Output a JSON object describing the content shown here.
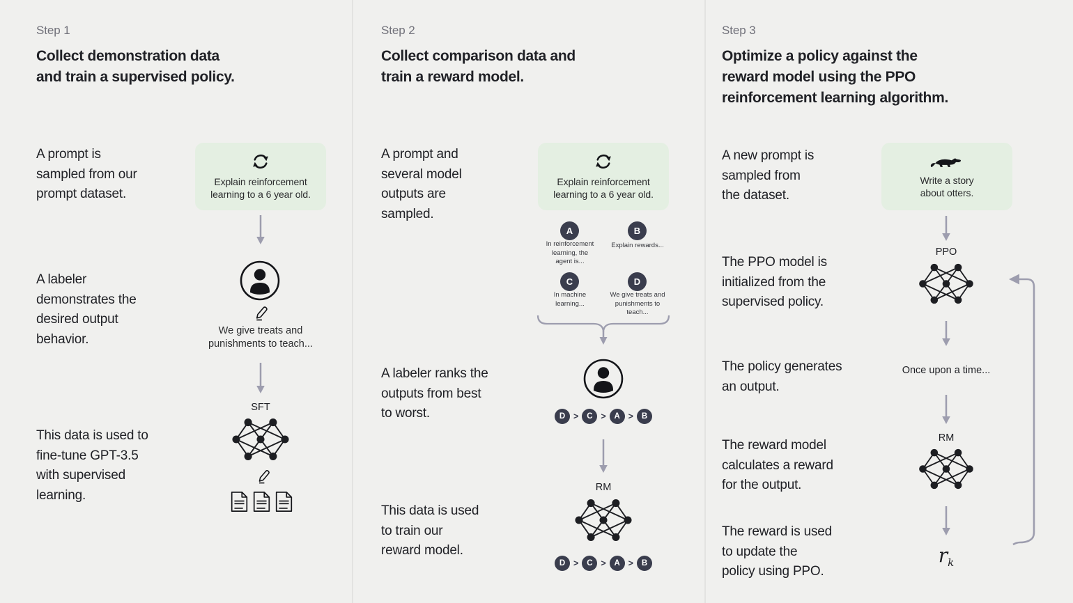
{
  "colors": {
    "bg": "#f0f0ee",
    "panel": "#e4efe2",
    "arrow": "#9d9dae",
    "chip": "#3a3d4d",
    "ink": "#141519",
    "text": "#202126",
    "muted": "#71717a",
    "divider": "#e3e3e1"
  },
  "step1": {
    "label": "Step 1",
    "title": "Collect demonstration data\nand train a supervised policy.",
    "texts": [
      "A prompt is\nsampled from our\nprompt dataset.",
      "A labeler\ndemonstrates the\ndesired output\nbehavior.",
      "This data is used to\nfine-tune GPT-3.5\nwith supervised\nlearning."
    ],
    "prompt": "Explain reinforcement\nlearning to a 6 year old.",
    "labeler_text": "We give treats and\npunishments to teach...",
    "model": "SFT"
  },
  "step2": {
    "label": "Step 2",
    "title": "Collect comparison data and\ntrain a reward model.",
    "texts": [
      "A prompt and\nseveral model\noutputs are\nsampled.",
      "A labeler ranks the\noutputs from best\nto worst.",
      "This data is used\nto train our\nreward model."
    ],
    "prompt": "Explain reinforcement\nlearning to a 6 year old.",
    "outputs": [
      {
        "id": "A",
        "text": "In reinforcement\nlearning, the\nagent is..."
      },
      {
        "id": "B",
        "text": "Explain rewards..."
      },
      {
        "id": "C",
        "text": "In machine\nlearning..."
      },
      {
        "id": "D",
        "text": "We give treats and\npunishments to\nteach..."
      }
    ],
    "rank": [
      "D",
      "C",
      "A",
      "B"
    ],
    "sep": ">",
    "model": "RM"
  },
  "step3": {
    "label": "Step 3",
    "title": "Optimize a policy against the\nreward model using the PPO\nreinforcement learning algorithm.",
    "texts": [
      "A new prompt is\nsampled from\nthe dataset.",
      "The PPO model is\ninitialized from the\nsupervised policy.",
      "The policy generates\nan output.",
      "The reward model\ncalculates a reward\nfor the output.",
      "The reward is used\nto update the\npolicy using PPO."
    ],
    "prompt": "Write a story\nabout otters.",
    "policy": "PPO",
    "output": "Once upon a time...",
    "model": "RM",
    "reward": {
      "base": "r",
      "sub": "k"
    }
  }
}
